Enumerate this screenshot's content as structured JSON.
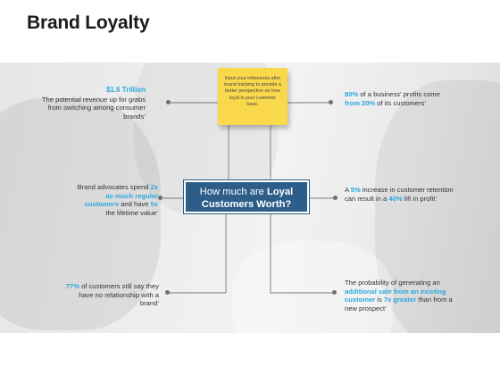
{
  "title": "Brand Loyalty",
  "note": {
    "text": "Input your inferences after brand tracking to provide a better perspective on how loyal is your customer base."
  },
  "center": {
    "prefix": "How much are ",
    "emph1": "Loyal",
    "line2": "Customers Worth?"
  },
  "blocks": {
    "top_left": {
      "heading": "$1.6 Trillion",
      "body": "The potential revenue up for grabs from switching among consumer brands’"
    },
    "mid_left": {
      "t1": "Brand advocates spend ",
      "h1": "2x",
      "h2": "as much regular",
      "h3": "customers",
      "t2": " and have ",
      "h4": "5x",
      "t3": "the lifetime value’"
    },
    "bottom_left": {
      "h1": "77%",
      "t1": " of customers still say they have no relationship with a brand’"
    },
    "top_right": {
      "h1": "80%",
      "t1": " of a business’ profits come ",
      "h2": "from 20%",
      "t2": " of its customers’"
    },
    "mid_right": {
      "t1": "A ",
      "h1": "5%",
      "t2": " increase in customer retention can result in a ",
      "h2": "40%",
      "t3": " lift in profit’"
    },
    "bottom_right": {
      "t1": "The probability of generating an ",
      "h1": "additional sale from an existing customer",
      "t2": " is ",
      "h2": "7x greater",
      "t3": " than from a new prospect’"
    }
  },
  "colors": {
    "accent_blue": "#29a8df",
    "center_box": "#2d5e8a",
    "note_yellow": "#fad84b"
  }
}
